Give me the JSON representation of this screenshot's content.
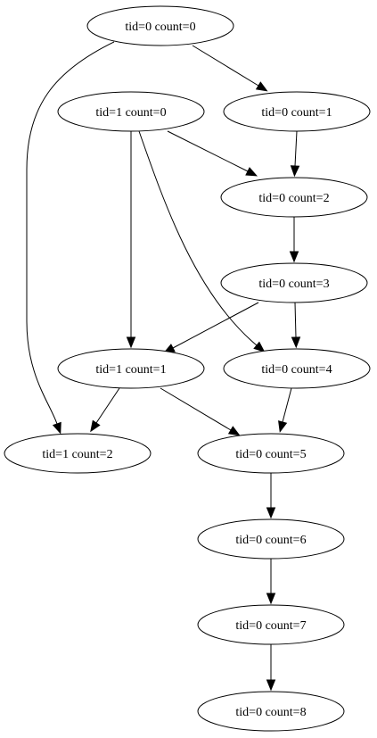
{
  "graph": {
    "nodes": [
      {
        "id": "t0c0",
        "label": "tid=0 count=0"
      },
      {
        "id": "t1c0",
        "label": "tid=1 count=0"
      },
      {
        "id": "t0c1",
        "label": "tid=0 count=1"
      },
      {
        "id": "t0c2",
        "label": "tid=0 count=2"
      },
      {
        "id": "t0c3",
        "label": "tid=0 count=3"
      },
      {
        "id": "t1c1",
        "label": "tid=1 count=1"
      },
      {
        "id": "t0c4",
        "label": "tid=0 count=4"
      },
      {
        "id": "t1c2",
        "label": "tid=1 count=2"
      },
      {
        "id": "t0c5",
        "label": "tid=0 count=5"
      },
      {
        "id": "t0c6",
        "label": "tid=0 count=6"
      },
      {
        "id": "t0c7",
        "label": "tid=0 count=7"
      },
      {
        "id": "t0c8",
        "label": "tid=0 count=8"
      }
    ],
    "edges": [
      {
        "from": "t0c0",
        "to": "t0c1"
      },
      {
        "from": "t0c0",
        "to": "t1c2"
      },
      {
        "from": "t1c0",
        "to": "t0c2"
      },
      {
        "from": "t1c0",
        "to": "t1c1"
      },
      {
        "from": "t1c0",
        "to": "t0c4"
      },
      {
        "from": "t0c1",
        "to": "t0c2"
      },
      {
        "from": "t0c2",
        "to": "t0c3"
      },
      {
        "from": "t0c3",
        "to": "t1c1"
      },
      {
        "from": "t0c3",
        "to": "t0c4"
      },
      {
        "from": "t1c1",
        "to": "t1c2"
      },
      {
        "from": "t1c1",
        "to": "t0c5"
      },
      {
        "from": "t0c4",
        "to": "t0c5"
      },
      {
        "from": "t0c5",
        "to": "t0c6"
      },
      {
        "from": "t0c6",
        "to": "t0c7"
      },
      {
        "from": "t0c7",
        "to": "t0c8"
      }
    ]
  }
}
